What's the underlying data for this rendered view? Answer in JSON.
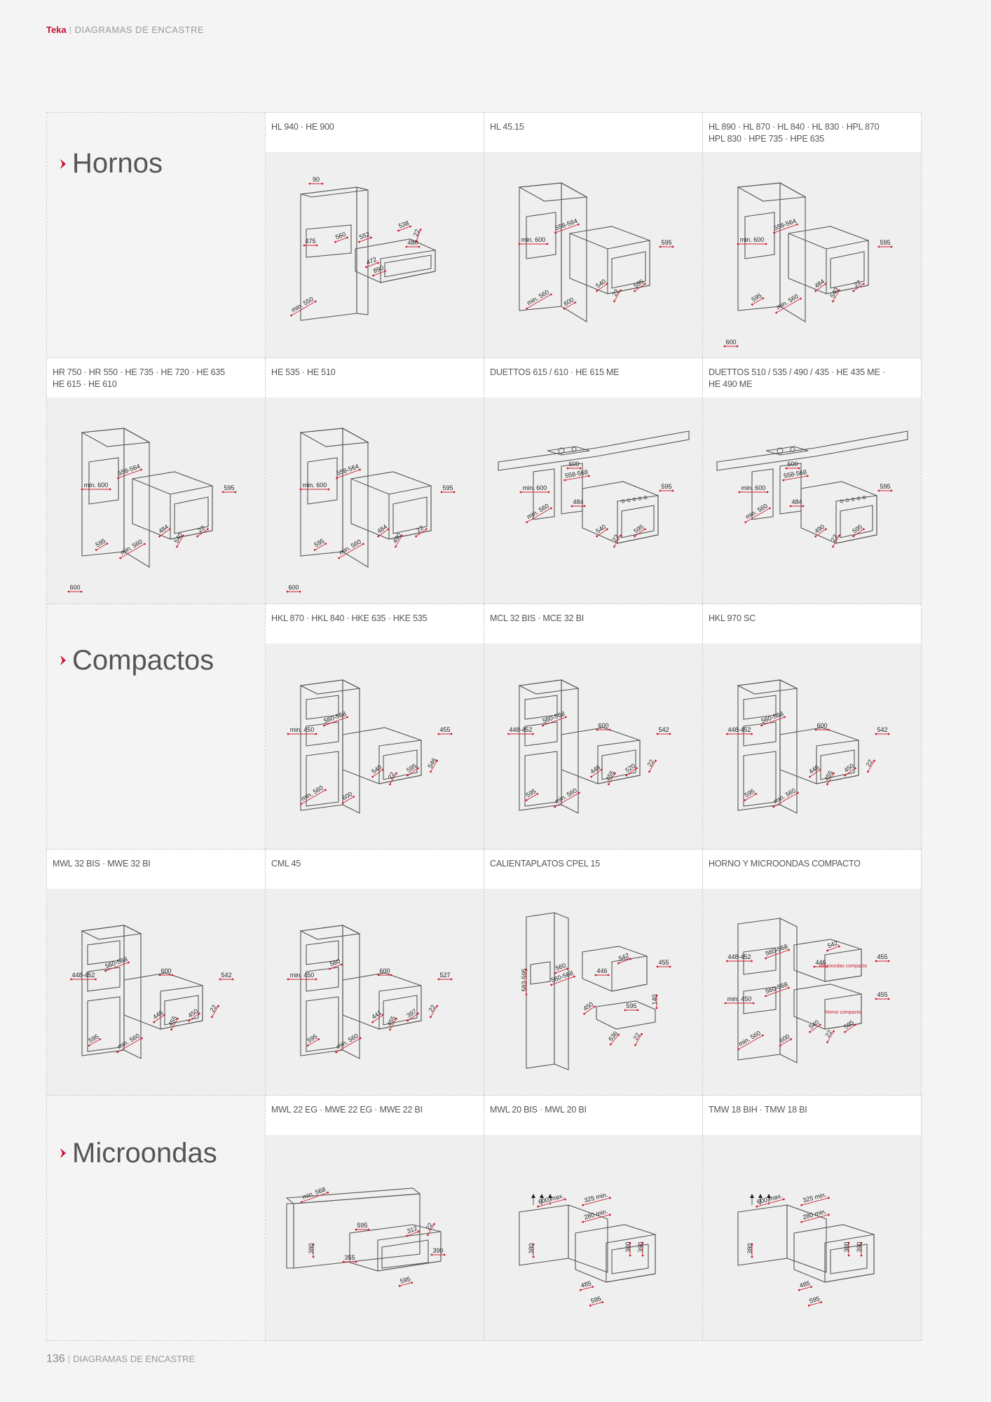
{
  "header": {
    "brand": "Teka",
    "title": "DIAGRAMAS DE ENCASTRE"
  },
  "footer": {
    "page": "136",
    "title": "DIAGRAMAS DE ENCASTRE"
  },
  "colors": {
    "accent": "#c8102e",
    "dimension": "#d0202f",
    "line": "#555555"
  },
  "sections": {
    "hornos": "Hornos",
    "compactos": "Compactos",
    "microondas": "Microondas"
  },
  "cells": [
    {
      "label": "HL 940 · HE 900",
      "type": "oven_wide",
      "dims": [
        "90",
        "475",
        "560",
        "552",
        "538",
        "22",
        "480",
        "472",
        "890",
        "min. 550"
      ]
    },
    {
      "label": "HL 45.15",
      "type": "oven_tall",
      "dims": [
        "min. 600",
        "558-564",
        "595",
        "540",
        "22",
        "595",
        "min. 560",
        "600"
      ]
    },
    {
      "label": "HL 890 · HL 870 · HL 840 · HL 830 · HPL 870\nHPL 830 · HPE 735 · HPE 635",
      "type": "oven_tall",
      "dims": [
        "min. 600",
        "558-564",
        "595",
        "484",
        "540",
        "22",
        "595",
        "min. 560",
        "600"
      ]
    },
    {
      "label": "HR 750 · HR 550 · HE 735 · HE 720 · HE 635\nHE 615 · HE 610",
      "type": "oven_tall",
      "dims": [
        "min. 600",
        "558-564",
        "595",
        "484",
        "540",
        "22",
        "595",
        "min. 560",
        "600"
      ]
    },
    {
      "label": "HE 535 · HE 510",
      "type": "oven_tall",
      "dims": [
        "min. 600",
        "558-564",
        "595",
        "484",
        "490",
        "22",
        "595",
        "min. 560",
        "600"
      ]
    },
    {
      "label": "DUETTOS 615 / 610 · HE 615 ME",
      "type": "oven_counter",
      "dims": [
        "600",
        "558-568",
        "min. 600",
        "595",
        "484",
        "540",
        "22",
        "595",
        "min. 560"
      ]
    },
    {
      "label": "DUETTOS 510 / 535 / 490 / 435 · HE 435 ME ·\nHE 490 ME",
      "type": "oven_counter",
      "dims": [
        "600",
        "558-568",
        "min. 600",
        "595",
        "484",
        "490",
        "22",
        "595",
        "min. 560"
      ]
    },
    {
      "label": "HKL 870 · HKL 840 · HKE 635 · HKE 535",
      "type": "compact",
      "dims": [
        "min. 450",
        "560-568",
        "455",
        "540",
        "22",
        "595",
        "546",
        "min. 560",
        "600"
      ]
    },
    {
      "label": "MCL 32 BIS · MCE 32 BI",
      "type": "compact",
      "dims": [
        "448-452",
        "560-568",
        "542",
        "446",
        "455",
        "520",
        "22",
        "595",
        "min. 560",
        "600"
      ]
    },
    {
      "label": "HKL 970 SC",
      "type": "compact",
      "dims": [
        "448-452",
        "560-568",
        "542",
        "446",
        "455",
        "450",
        "22",
        "595",
        "min. 560",
        "600"
      ]
    },
    {
      "label": "MWL 32 BIS · MWE 32 BI",
      "type": "compact",
      "dims": [
        "448-452",
        "560-568",
        "542",
        "446",
        "455",
        "450",
        "22",
        "595",
        "min. 560",
        "600"
      ]
    },
    {
      "label": "CML 45",
      "type": "compact",
      "dims": [
        "min. 450",
        "560",
        "527",
        "441",
        "455",
        "397",
        "22",
        "595",
        "min. 560",
        "600"
      ]
    },
    {
      "label": "CALIENTAPLATOS CPEL 15",
      "type": "warmer",
      "dims": [
        "583-595",
        "560",
        "560-568",
        "542",
        "446",
        "455",
        "450",
        "595",
        "140",
        "636",
        "22"
      ]
    },
    {
      "label": "HORNO Y MICROONDAS COMPACTO",
      "type": "combo",
      "dims": [
        "448-452",
        "560-568",
        "542",
        "446",
        "455",
        "min. 450",
        "560-568",
        "455",
        "540",
        "22",
        "595",
        "min. 560",
        "600"
      ],
      "notes": [
        "Microondas compacto",
        "Horno compacto"
      ]
    },
    {
      "label": "MWL 22 EG · MWE 22 EG · MWE 22 BI",
      "type": "micro_wide",
      "dims": [
        "min. 568",
        "595",
        "380",
        "355",
        "312",
        "22",
        "390",
        "595"
      ]
    },
    {
      "label": "MWL 20 BIS · MWL 20 BI",
      "type": "micro_box",
      "dims": [
        "600 max.",
        "325 min.",
        "280 min.",
        "380",
        "390",
        "300",
        "485",
        "595"
      ]
    },
    {
      "label": "TMW 18 BIH · TMW 18 BI",
      "type": "micro_box",
      "dims": [
        "600 max.",
        "325 min.",
        "280 min.",
        "380",
        "390",
        "300",
        "485",
        "595"
      ]
    }
  ]
}
